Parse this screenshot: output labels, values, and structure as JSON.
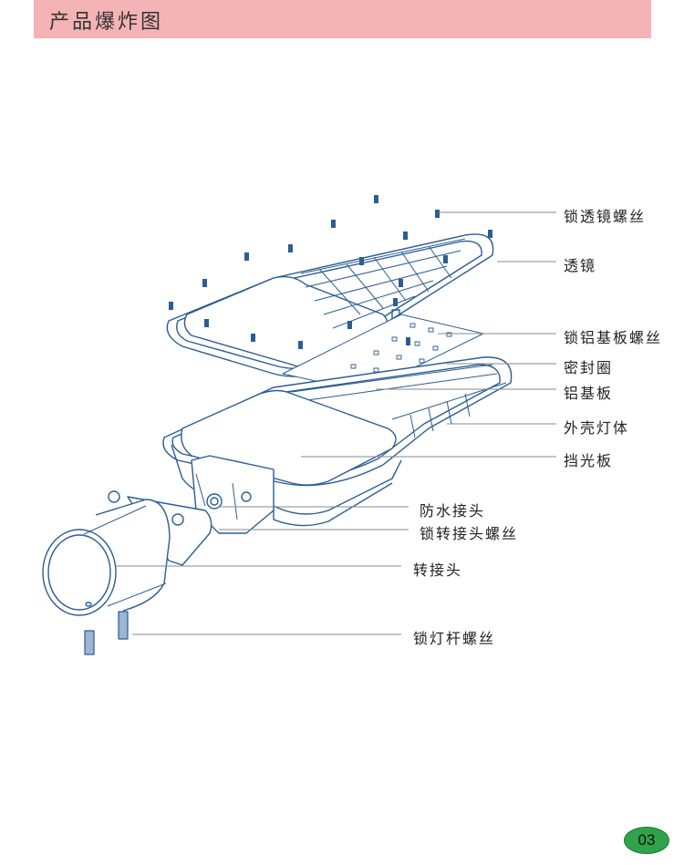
{
  "header": {
    "title": "产品爆炸图"
  },
  "colors": {
    "header_bg": "#f4b3b5",
    "line_art": "#2c5d94",
    "leader": "#888888",
    "page_badge": "#2fa24a"
  },
  "labels": [
    "锁透镜螺丝",
    "透镜",
    "锁铝基板螺丝",
    "密封圈",
    "铝基板",
    "外壳灯体",
    "挡光板",
    "防水接头",
    "锁转接头螺丝",
    "转接头",
    "锁灯杆螺丝"
  ],
  "page_number": "03"
}
